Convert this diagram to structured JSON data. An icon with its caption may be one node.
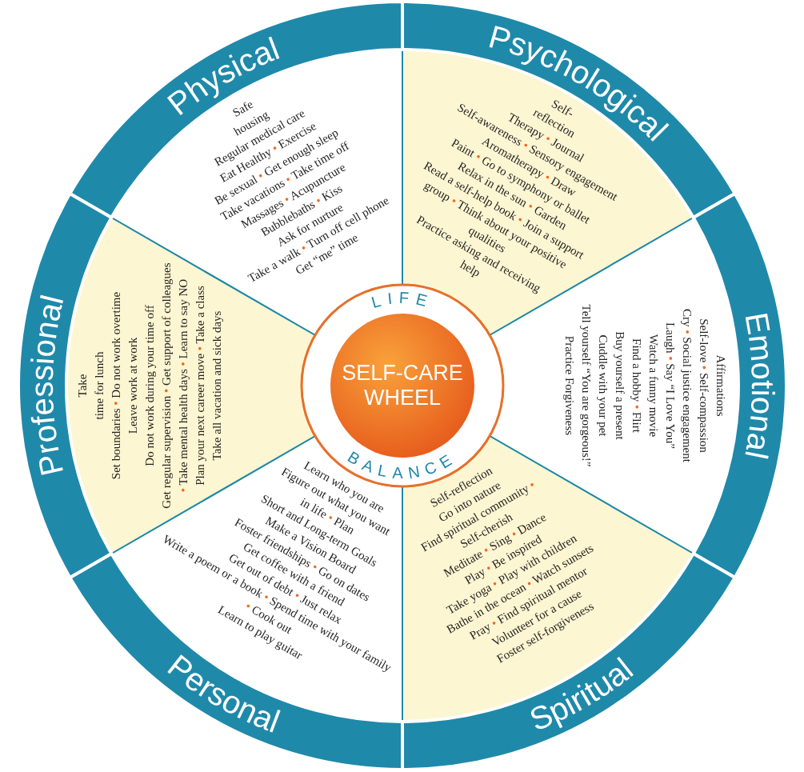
{
  "diagram": {
    "nodes": [
      {
        "text": [
          "LIFE",
          "SELF-CARE WHEEL",
          "BALANCE"
        ]
      },
      {
        "text": [
          "Physical",
          "Safe housing",
          "Regular medical care",
          "Eat Healthy • Exercise",
          "Be sexual • Get enough sleep",
          "Take vacations • Take time off",
          "Massages • Acupuncture",
          "Bubblebaths • Kiss",
          "Ask for nurture",
          "Take a walk • Turn off cell phone",
          "Get “me” time"
        ]
      },
      {
        "text": [
          "Psychological",
          "Self-reflection",
          "Therapy • Journal",
          "Self-awareness • Sensory engagement",
          "Aromatherapy • Draw",
          "Paint • Go to symphony or ballet",
          "Relax in the sun • Garden",
          "Read a self-help book • Join a support group • Think about your positive qualities",
          "Practice asking and receiving help"
        ]
      },
      {
        "text": [
          "Emotional",
          "Affirmations",
          "Self-love • Self-compassion",
          "Cry • Social justice engagement",
          "Laugh • Say “I Love You”",
          "Watch a funny movie",
          "Find a hobby • Flirt",
          "Buy yourself a present",
          "Cuddle with your pet",
          "Tell yourself “You are gorgeous!”",
          "Practice Forgiveness"
        ]
      },
      {
        "text": [
          "Spiritual",
          "Self-reflection",
          "Go into nature",
          "Find spiritual community • Self-cherish",
          "Meditate • Sing • Dance",
          "Play • Be inspired",
          "Take yoga • Play with children",
          "Bathe in the ocean • Watch sunsets",
          "Pray • Find spiritual mentor",
          "Volunteer for a cause",
          "Foster self-forgiveness"
        ]
      },
      {
        "text": [
          "Personal",
          "Learn who you are",
          "Figure out what you want in life • Plan",
          "Short and Long-term Goals",
          "Make a Vision Board",
          "Foster friendships • Go on dates",
          "Get coffee with a friend",
          "Get out of debt • Just relax",
          "Write a poem or a book • Spend time with your family • Cook out",
          "Learn to play guitar"
        ]
      },
      {
        "text": [
          "Professional",
          "Take time for lunch",
          "Set boundaries • Do not work overtime",
          "Leave work at work",
          "Do not work during your time off",
          "Get regular supervision • Get support of colleagues • Take mental health days • Learn to say NO",
          "Plan your next career move • Take a class",
          "Take all vacation and sick days"
        ]
      }
    ]
  }
}
